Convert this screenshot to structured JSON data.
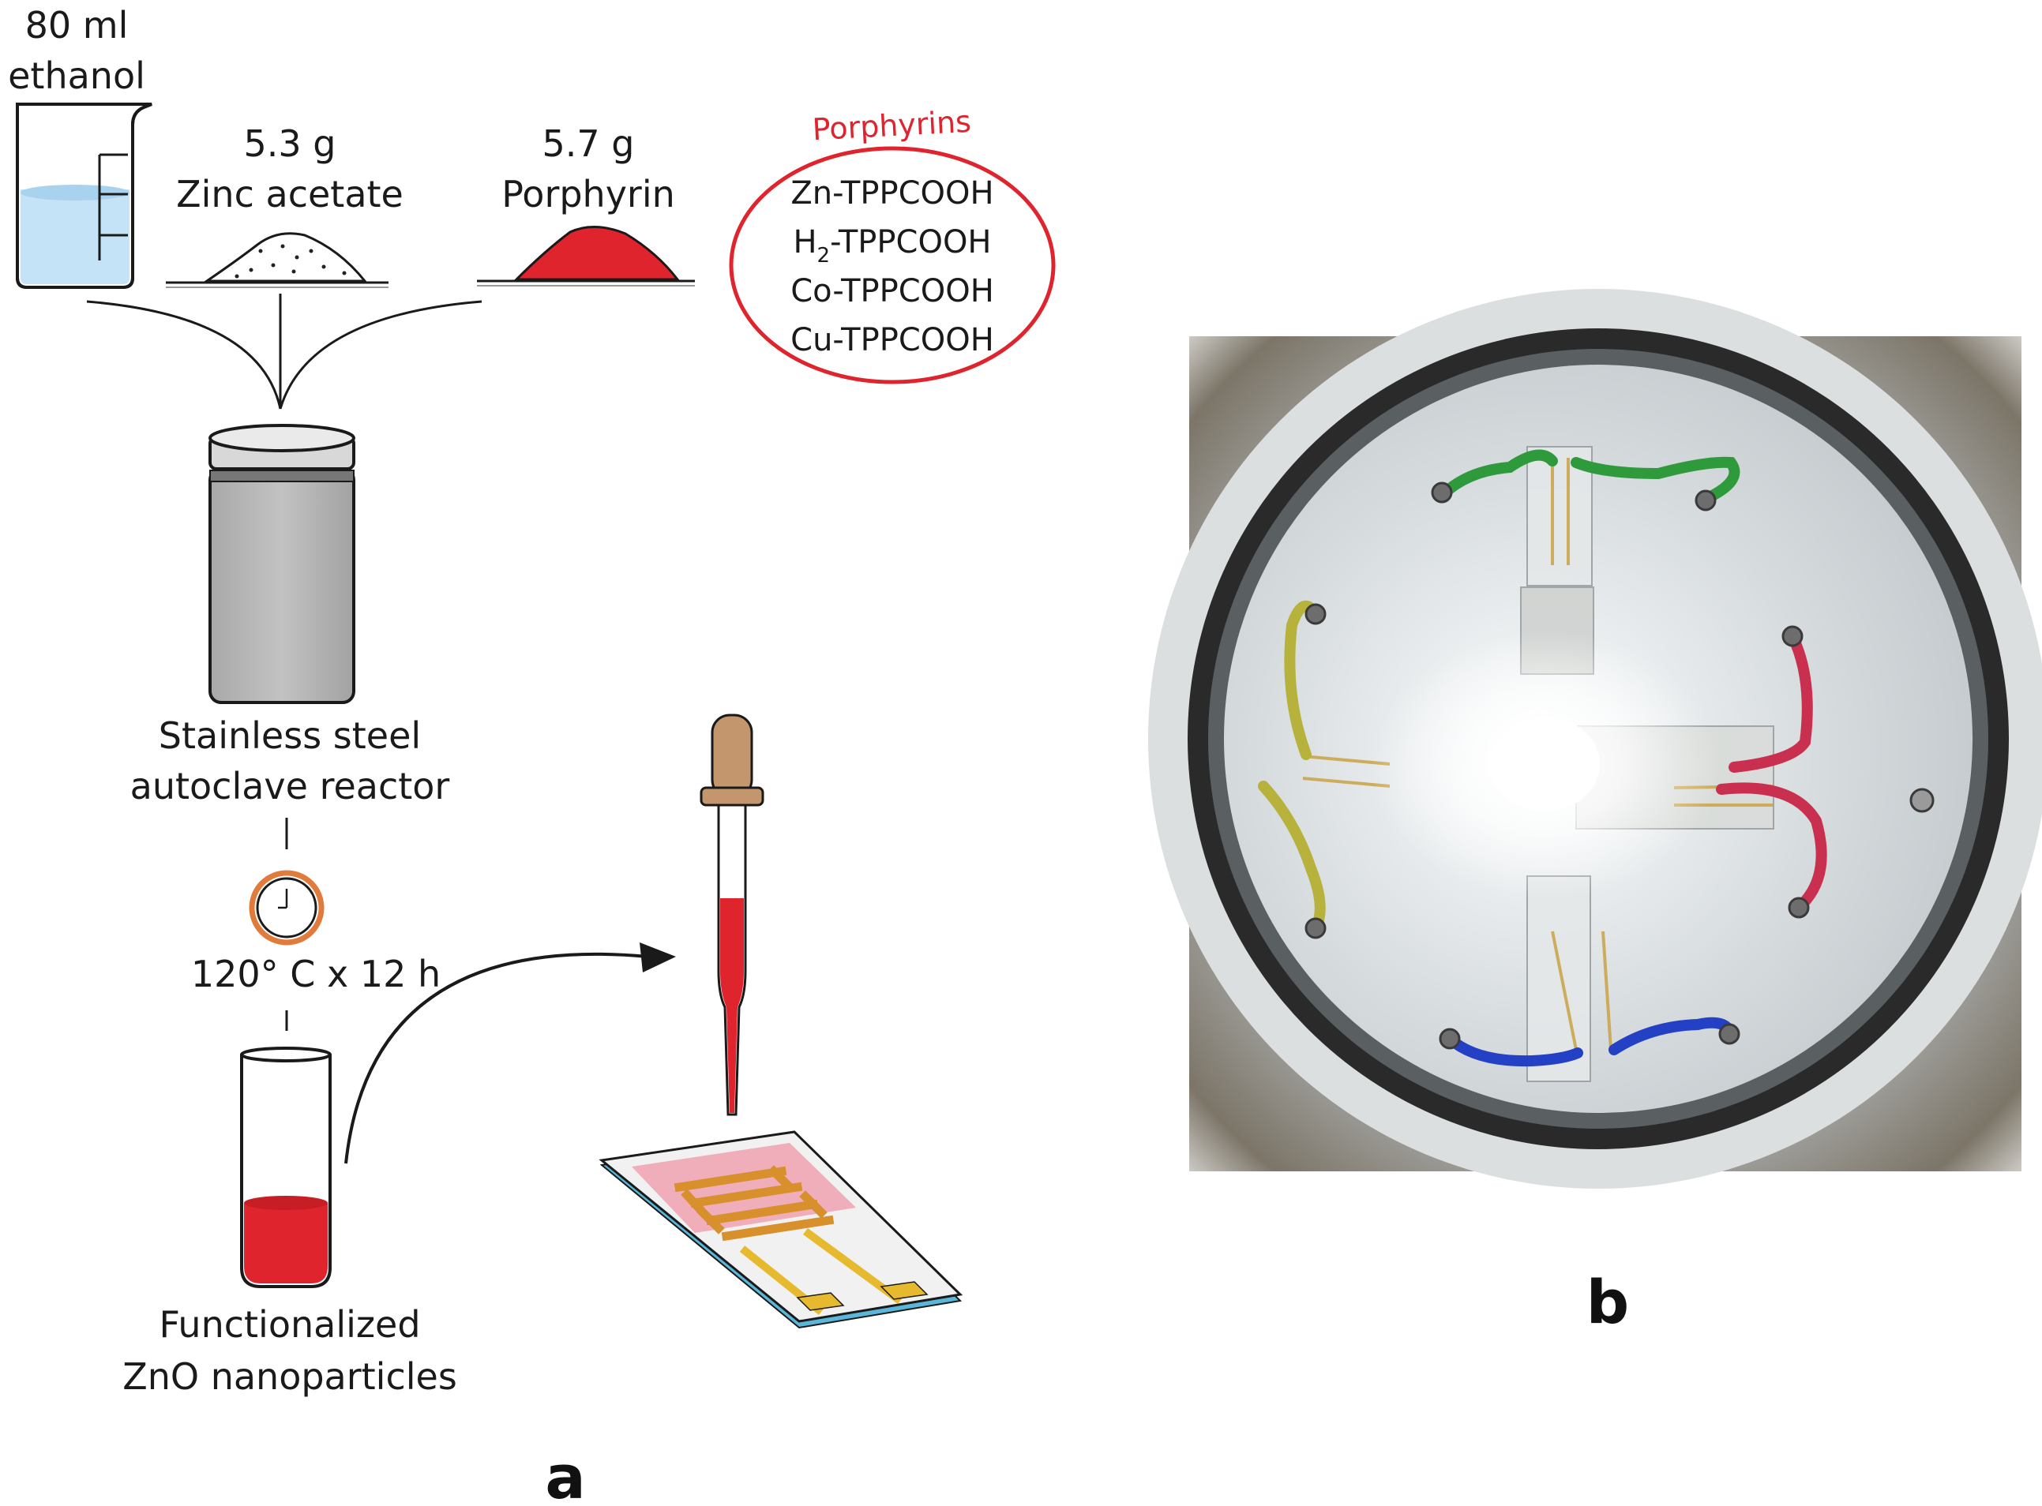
{
  "diagram": {
    "inputs": {
      "ethanol": {
        "amount": "80 ml",
        "name": "ethanol"
      },
      "zinc_acetate": {
        "amount": "5.3 g",
        "name": "Zinc acetate"
      },
      "porphyrin": {
        "amount": "5.7 g",
        "name": "Porphyrin"
      }
    },
    "porphyrins": {
      "title": "Porphyrins",
      "items": [
        {
          "pre": "Zn-TPPCOOH",
          "sub": "",
          "post": ""
        },
        {
          "pre": "H",
          "sub": "2",
          "post": "-TPPCOOH"
        },
        {
          "pre": "Co-TPPCOOH",
          "sub": "",
          "post": ""
        },
        {
          "pre": "Cu-TPPCOOH",
          "sub": "",
          "post": ""
        }
      ]
    },
    "reactor": {
      "line1": "Stainless steel",
      "line2": "autoclave reactor"
    },
    "condition": "120° C x 12 h",
    "product": {
      "line1": "Functionalized",
      "line2": "ZnO nanoparticles"
    },
    "panel_a": "a",
    "panel_b": "b"
  },
  "colors": {
    "red": "#e0242e",
    "liquid_blue": "#c5e3f6",
    "steel": "#b9b9b9",
    "electrode": "#e6b92e",
    "bulb": "#c4966d",
    "wire_green": "#2f9a3c",
    "wire_yellow": "#b7b23c",
    "wire_red": "#c9304f",
    "wire_blue": "#2440c4"
  }
}
